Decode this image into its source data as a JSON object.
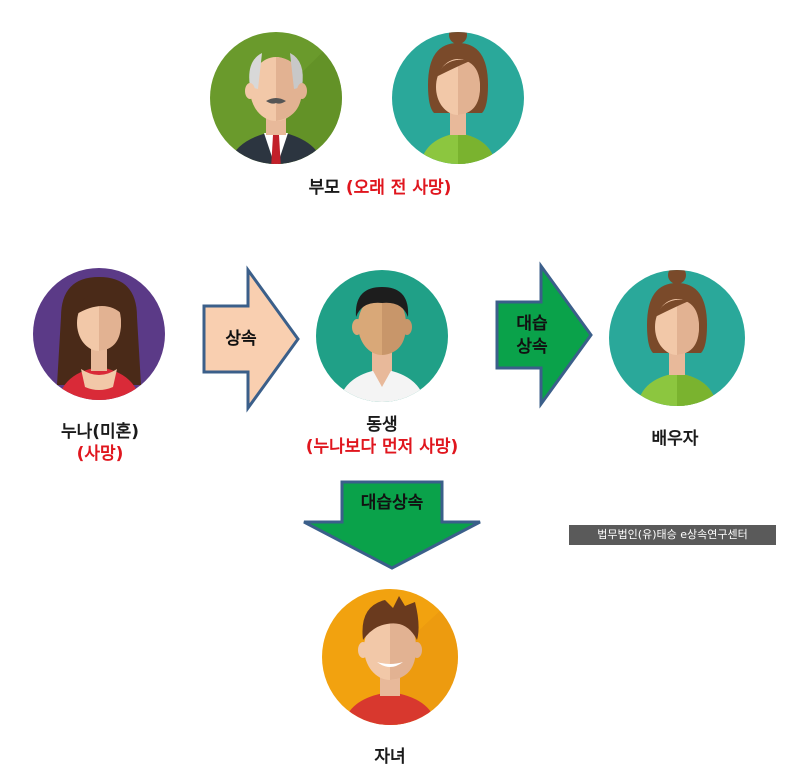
{
  "parents": {
    "label": "부모",
    "note": "(오래 전 사망)"
  },
  "sister": {
    "label": "누나(미혼)",
    "note": "(사망)"
  },
  "brother": {
    "label": "동생",
    "note": "(누나보다 먼저 사망)"
  },
  "spouse": {
    "label": "배우자"
  },
  "child": {
    "label": "자녀"
  },
  "arrows": {
    "inheritance": "상속",
    "substitute_line1": "대습",
    "substitute_line2": "상속",
    "substitute_down": "대습상속"
  },
  "watermark": "법무법인(유)태승 e상속연구센터",
  "colors": {
    "accent_red": "#e0161e",
    "arrow_peach": "#f9cfb0",
    "arrow_green": "#0aa24a",
    "arrow_border": "#3b5f8a"
  }
}
